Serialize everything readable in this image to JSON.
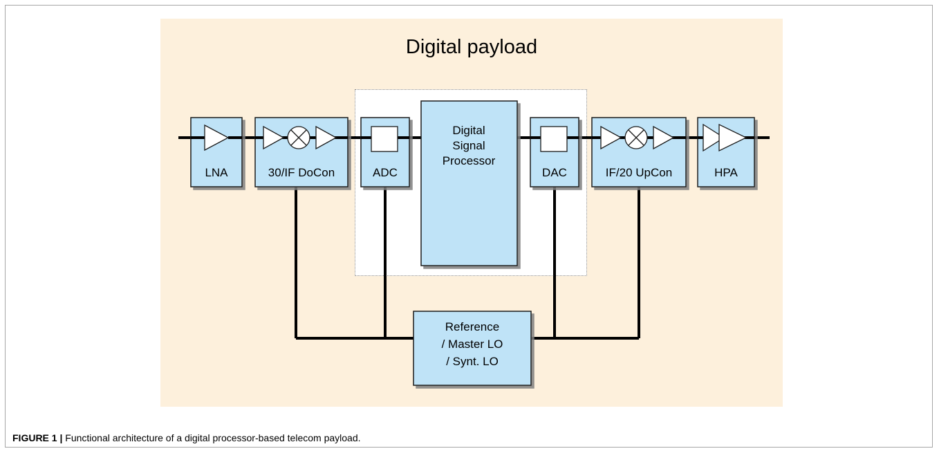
{
  "diagram": {
    "title": "Digital payload",
    "blocks": {
      "lna": "LNA",
      "docon": "30/IF DoCon",
      "adc": "ADC",
      "dsp": [
        "Digital",
        "Signal",
        "Processor"
      ],
      "dac": "DAC",
      "upcon": "IF/20 UpCon",
      "hpa": "HPA",
      "ref": [
        "Reference",
        "/ Master LO",
        "/ Synt. LO"
      ]
    }
  },
  "colors": {
    "block_fill": "#bfe3f7",
    "block_border": "#1a1a1a",
    "panel_bg": "#fdf0dc",
    "line": "#000000"
  },
  "caption": {
    "label": "FIGURE 1 |",
    "text": " Functional architecture of a digital processor-based telecom payload."
  }
}
